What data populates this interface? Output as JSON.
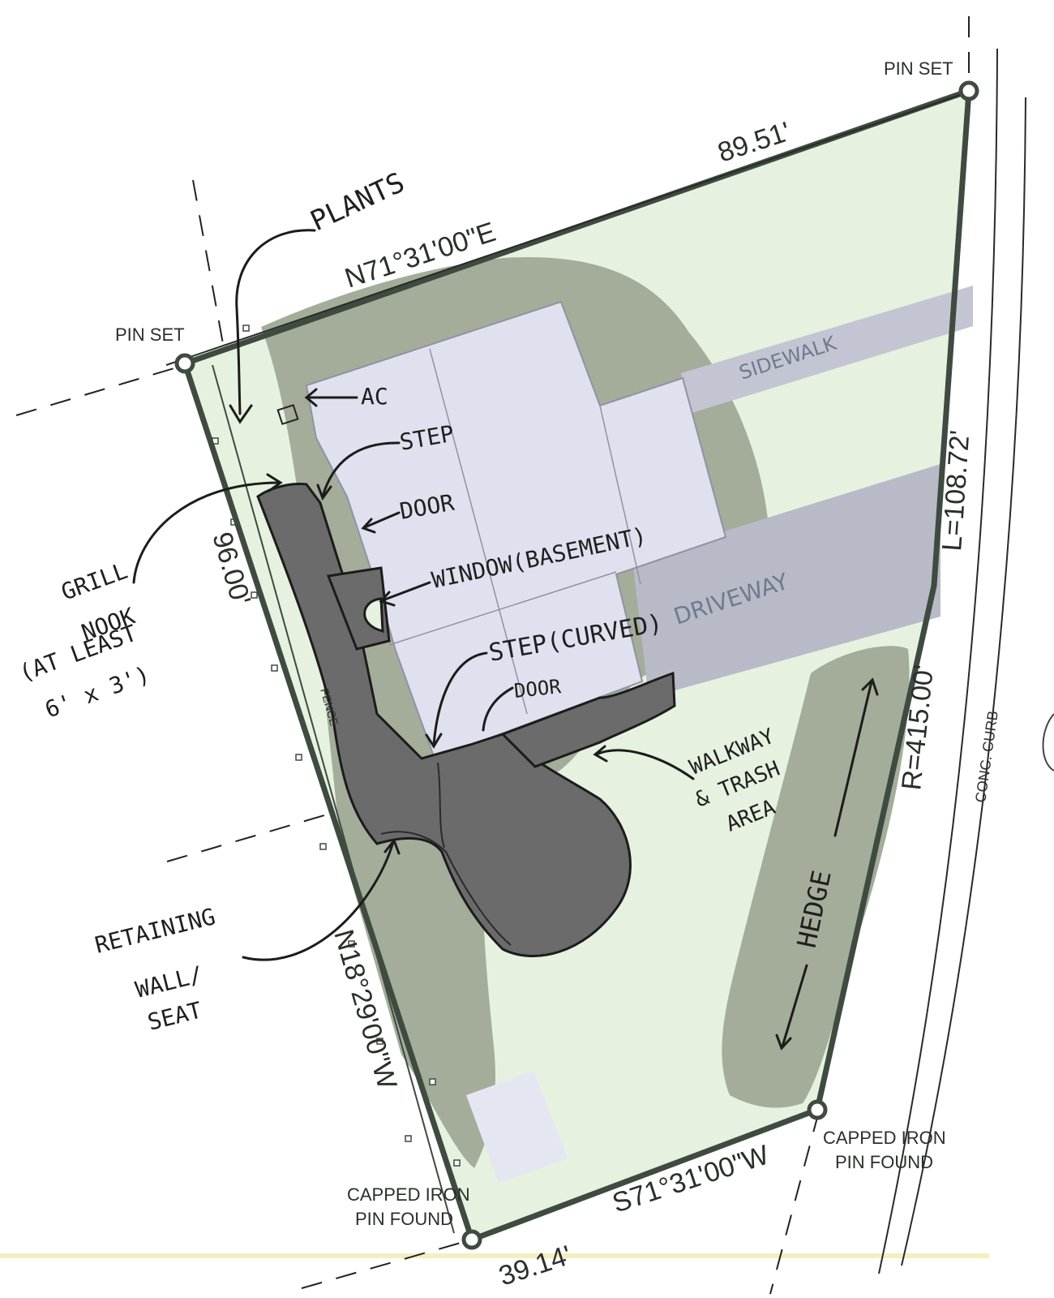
{
  "corners": {
    "top_left": "PIN SET",
    "top_right": "PIN SET",
    "bottom_right": [
      "CAPPED IRON",
      "PIN FOUND"
    ],
    "bottom_left": [
      "CAPPED IRON",
      "PIN FOUND"
    ]
  },
  "bearings": {
    "north": "N71°31'00\"E",
    "north_dist": "89.51'",
    "south": "S71°31'00\"W",
    "south_dist": "39.14'",
    "west": "N18°29'00\"W",
    "west_dist": "96.00'",
    "curve_length": "L=108.72'",
    "curve_radius": "R=415.00'",
    "curb": "CONC. CURB"
  },
  "features": {
    "sidewalk": "SIDEWALK",
    "driveway": "DRIVEWAY",
    "fence": "FENCE"
  },
  "notes": {
    "plants": "PLANTS",
    "ac": "AC",
    "step": "STEP",
    "door": "DOOR",
    "window": "WINDOW(BASEMENT)",
    "step_curved": "STEP(CURVED)",
    "door2": "DOOR",
    "grill": [
      "GRILL",
      "NOOK",
      "(AT LEAST",
      "6' x 3')"
    ],
    "walkway": [
      "WALKWAY",
      "& TRASH",
      "AREA"
    ],
    "retaining": [
      "RETAINING",
      "WALL/",
      "SEAT"
    ],
    "hedge": "HEDGE"
  },
  "colors": {
    "lawn": "#e6f1e0",
    "planting": "#a3ad99",
    "building": "#dfe1ee",
    "patio": "#6b6b6b",
    "pavement": "#b8bac7"
  }
}
